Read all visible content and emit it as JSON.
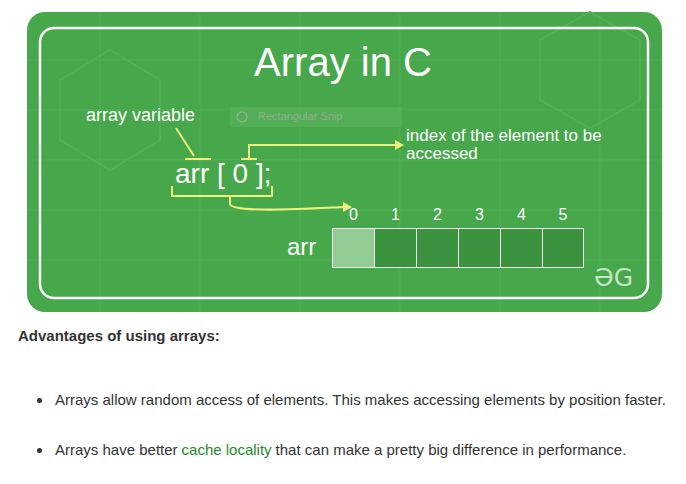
{
  "diagram": {
    "title": "Array in C",
    "nodes": [
      {
        "text": [
          "0"
        ]
      },
      {
        "text": [
          "1"
        ]
      },
      {
        "text": [
          "2"
        ]
      },
      {
        "text": [
          "3"
        ]
      },
      {
        "text": [
          "4"
        ]
      },
      {
        "text": [
          "5"
        ]
      }
    ],
    "labels": [
      "array variable",
      "Rectangular Snip",
      "index of the element to be accessed",
      "arr [ 0 ];",
      "arr",
      "ƏG",
      "Advantages of using arrays:",
      "Arrays allow random access of elements. This makes accessing elements by position faster.",
      "Arrays have better",
      "cache locality",
      "that can make a pretty big difference in performance."
    ]
  }
}
